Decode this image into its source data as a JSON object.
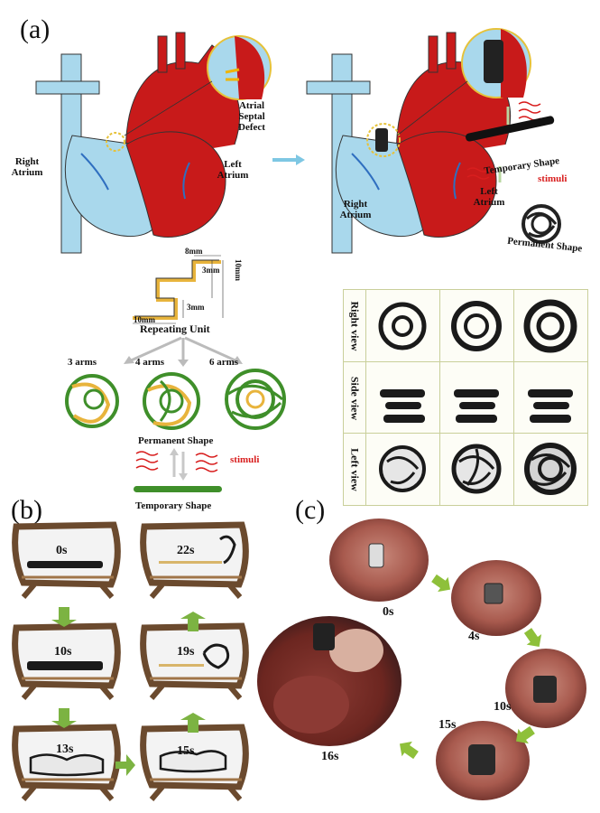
{
  "panel_a": {
    "label": "(a)",
    "left_heart": {
      "right_atrium": "Right\nAtrium",
      "left_atrium": "Left\nAtrium",
      "defect": "Atrial\nSeptal\nDefect"
    },
    "right_heart": {
      "right_atrium": "Right\nAtrium",
      "left_atrium": "Left\nAtrium",
      "temporary_shape": "Temporary Shape",
      "stimuli": "stimuli",
      "permanent_shape": "Permanent Shape"
    },
    "unit": {
      "dims": [
        "8mm",
        "3mm",
        "10mm",
        "3mm",
        "10mm"
      ],
      "title": "Repeating Unit",
      "arms": [
        "3 arms",
        "4 arms",
        "6 arms"
      ],
      "permanent_shape": "Permanent Shape",
      "stimuli": "stimuli",
      "temporary_shape": "Temporary Shape"
    },
    "views": [
      "Right view",
      "Side view",
      "Left view"
    ]
  },
  "panel_b": {
    "label": "(b)",
    "times": [
      "0s",
      "10s",
      "13s",
      "22s",
      "19s",
      "15s"
    ]
  },
  "panel_c": {
    "label": "(c)",
    "times": [
      "0s",
      "4s",
      "10s",
      "15s",
      "16s"
    ]
  },
  "colors": {
    "blood_red": "#c81a1a",
    "vein_blue": "#a9d8ec",
    "arrow_blue": "#2f6fc0",
    "stimuli_red": "#d81e1e",
    "arrow_green": "#7cb342",
    "coil_green": "#3f8f2a",
    "coil_yellow": "#e8b43c",
    "frame_brown": "#6b4a2e",
    "tissue": "#a85a4e"
  }
}
